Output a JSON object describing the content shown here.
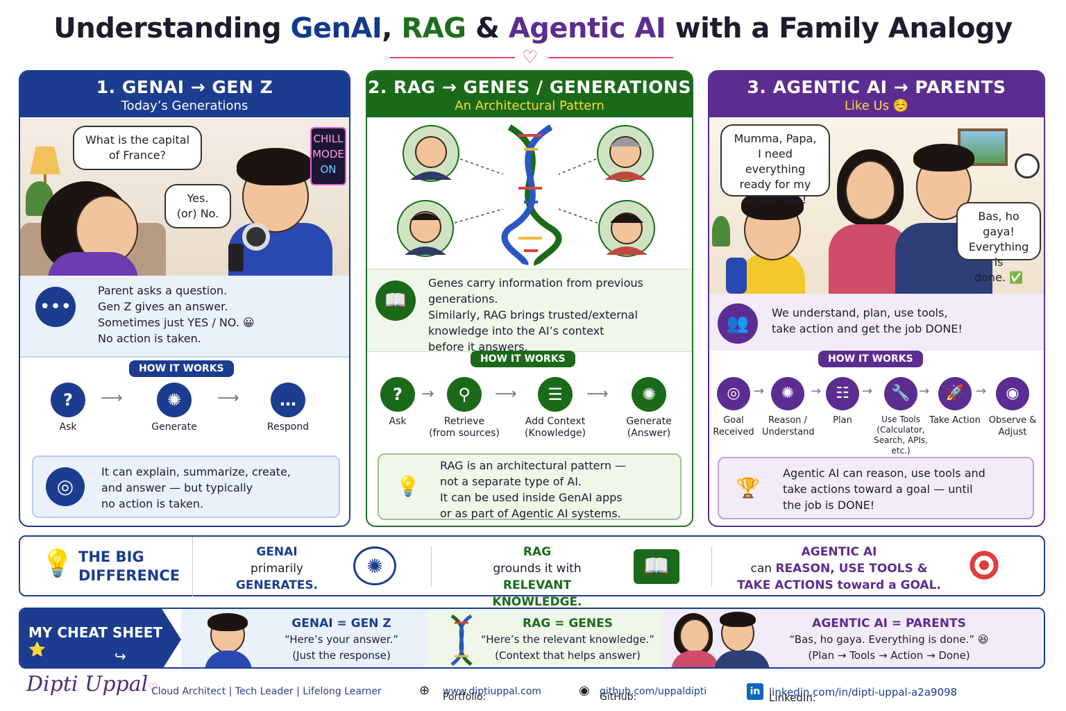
{
  "title": {
    "part1": "Understanding ",
    "genai": "GenAI",
    "comma": ", ",
    "rag": "RAG",
    "amp": " & ",
    "agentic": "Agentic AI",
    "rest": " with a Family Analogy"
  },
  "panel1": {
    "heading": "1. GENAI → GEN Z",
    "subheading": "Today’s Generations",
    "bubble_question": "What is the capital of France?",
    "bubble_answer_1": "Yes.",
    "bubble_answer_2": "(or) No.",
    "sign_1": "CHILL",
    "sign_2": "MODE",
    "sign_3": "ON",
    "info_lines": [
      "Parent asks a question.",
      "Gen Z gives an answer.",
      "Sometimes just YES / NO. 😀",
      "No action is taken."
    ],
    "how_it_works": "HOW IT WORKS",
    "steps": [
      {
        "label": "Ask",
        "icon": "question-icon"
      },
      {
        "label": "Generate",
        "icon": "brain-icon"
      },
      {
        "label": "Respond",
        "icon": "chat-icon"
      }
    ],
    "note_lines": [
      "It can explain, summarize, create,",
      "and answer — but typically",
      "no action is taken."
    ]
  },
  "panel2": {
    "heading": "2. RAG → GENES / GENERATIONS",
    "subheading": "An Architectural Pattern",
    "info_lines": [
      "Genes carry information from previous generations.",
      "Similarly, RAG brings trusted/external",
      "knowledge into the AI’s context",
      "before it answers."
    ],
    "how_it_works": "HOW IT WORKS",
    "steps": [
      {
        "label": "Ask",
        "sub": "",
        "icon": "question-icon"
      },
      {
        "label": "Retrieve",
        "sub": "(from sources)",
        "icon": "search-icon"
      },
      {
        "label": "Add Context",
        "sub": "(Knowledge)",
        "icon": "database-icon"
      },
      {
        "label": "Generate",
        "sub": "(Answer)",
        "icon": "brain-icon"
      }
    ],
    "note_lines": [
      "RAG is an architectural pattern —",
      "not a separate type of AI.",
      "It can be used inside GenAI apps",
      "or as part of Agentic AI systems."
    ]
  },
  "panel3": {
    "heading": "3. AGENTIC AI → PARENTS",
    "subheading": "Like Us ☺️",
    "bubble_kid": [
      "Mumma, Papa,",
      "I need everything",
      "ready for my",
      "school trip!"
    ],
    "bubble_parent": [
      "Bas, ho gaya!",
      "Everything is",
      "done. ✅"
    ],
    "info_lines": [
      "We understand, plan, use tools,",
      "take action and get the job DONE!"
    ],
    "how_it_works": "HOW IT WORKS",
    "steps": [
      {
        "label": "Goal",
        "sub": "Received",
        "sub2": "",
        "sub3": ""
      },
      {
        "label": "Reason /",
        "sub": "Understand",
        "sub2": "",
        "sub3": ""
      },
      {
        "label": "Plan",
        "sub": "",
        "sub2": "",
        "sub3": ""
      },
      {
        "label": "Use Tools",
        "sub": "(Calculator,",
        "sub2": "Search, APIs,",
        "sub3": "etc.)"
      },
      {
        "label": "Take Action",
        "sub": "",
        "sub2": "",
        "sub3": ""
      },
      {
        "label": "Observe &",
        "sub": "Adjust",
        "sub2": "",
        "sub3": ""
      }
    ],
    "note_lines": [
      "Agentic AI can reason, use tools and",
      "take actions toward a goal — until",
      "the job is DONE!"
    ]
  },
  "difference": {
    "label_1": "THE BIG",
    "label_2": "DIFFERENCE",
    "genai_title": "GENAI",
    "genai_line": "primarily",
    "genai_strong": "GENERATES.",
    "rag_title": "RAG",
    "rag_line": "grounds it with",
    "rag_strong": "RELEVANT KNOWLEDGE.",
    "agentic_title": "AGENTIC AI",
    "agentic_line_pre": "can ",
    "agentic_line_strong": "REASON, USE TOOLS &",
    "agentic_line2": "TAKE ACTIONS toward a GOAL."
  },
  "cheat": {
    "tag": "MY CHEAT SHEET ⭐",
    "genai_title": "GENAI = GEN Z",
    "genai_quote": "“Here’s your answer.”",
    "genai_sub": "(Just the response)",
    "rag_title": "RAG = GENES",
    "rag_quote": "“Here’s the relevant knowledge.”",
    "rag_sub": "(Context that helps answer)",
    "agentic_title": "AGENTIC AI = PARENTS",
    "agentic_quote": "“Bas, ho gaya. Everything is done.” 😆",
    "agentic_sub": "(Plan → Tools → Action → Done)"
  },
  "footer": {
    "signature": "Dipti Uppal",
    "roles": "Cloud Architect  |  Tech Leader  |  Lifelong Learner",
    "portfolio_label": "Portfolio: ",
    "portfolio": "www.diptiuppal.com",
    "github_label": "GitHub: ",
    "github": "github.com/uppaldipti",
    "linkedin_label": "LinkedIn: ",
    "linkedin": "linkedin.com/in/dipti-uppal-a2a9098"
  },
  "colors": {
    "blue": "#1b3c8f",
    "green": "#1a6a1a",
    "purple": "#5b2d91",
    "accent": "#e2466a"
  }
}
